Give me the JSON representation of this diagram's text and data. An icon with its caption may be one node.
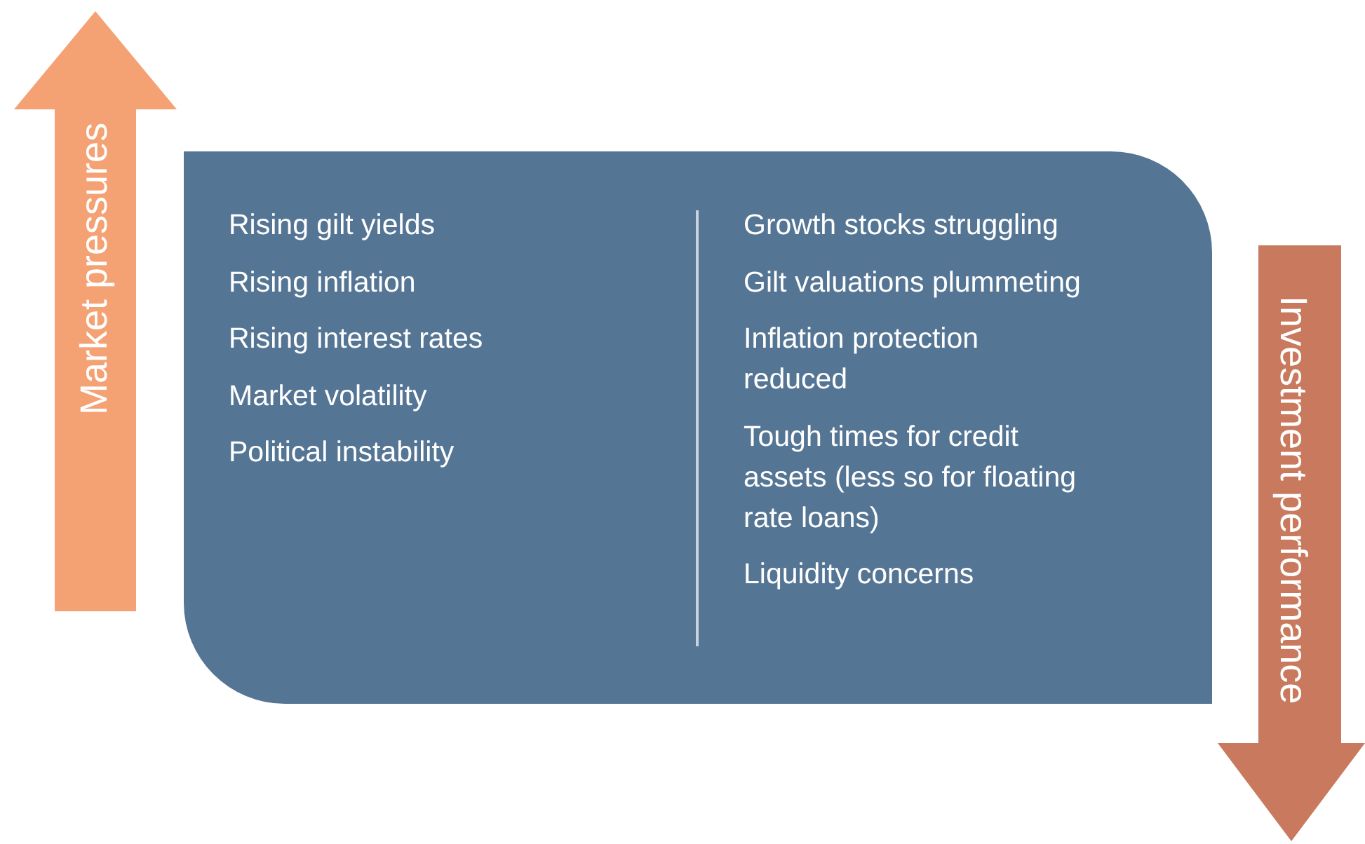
{
  "diagram": {
    "nodes": [
      {
        "text": [
          "Market pressures"
        ]
      },
      {
        "text": [
          "Rising gilt yields",
          "Rising inflation",
          "Rising interest rates",
          "Market volatility",
          "Political instability",
          "Growth stocks struggling",
          "Gilt valuations plummeting",
          "Inflation protection reduced",
          "Tough times for credit assets (less so for floating rate loans)",
          "Liquidity concerns"
        ]
      },
      {
        "text": [
          "Investment performance"
        ]
      }
    ]
  }
}
